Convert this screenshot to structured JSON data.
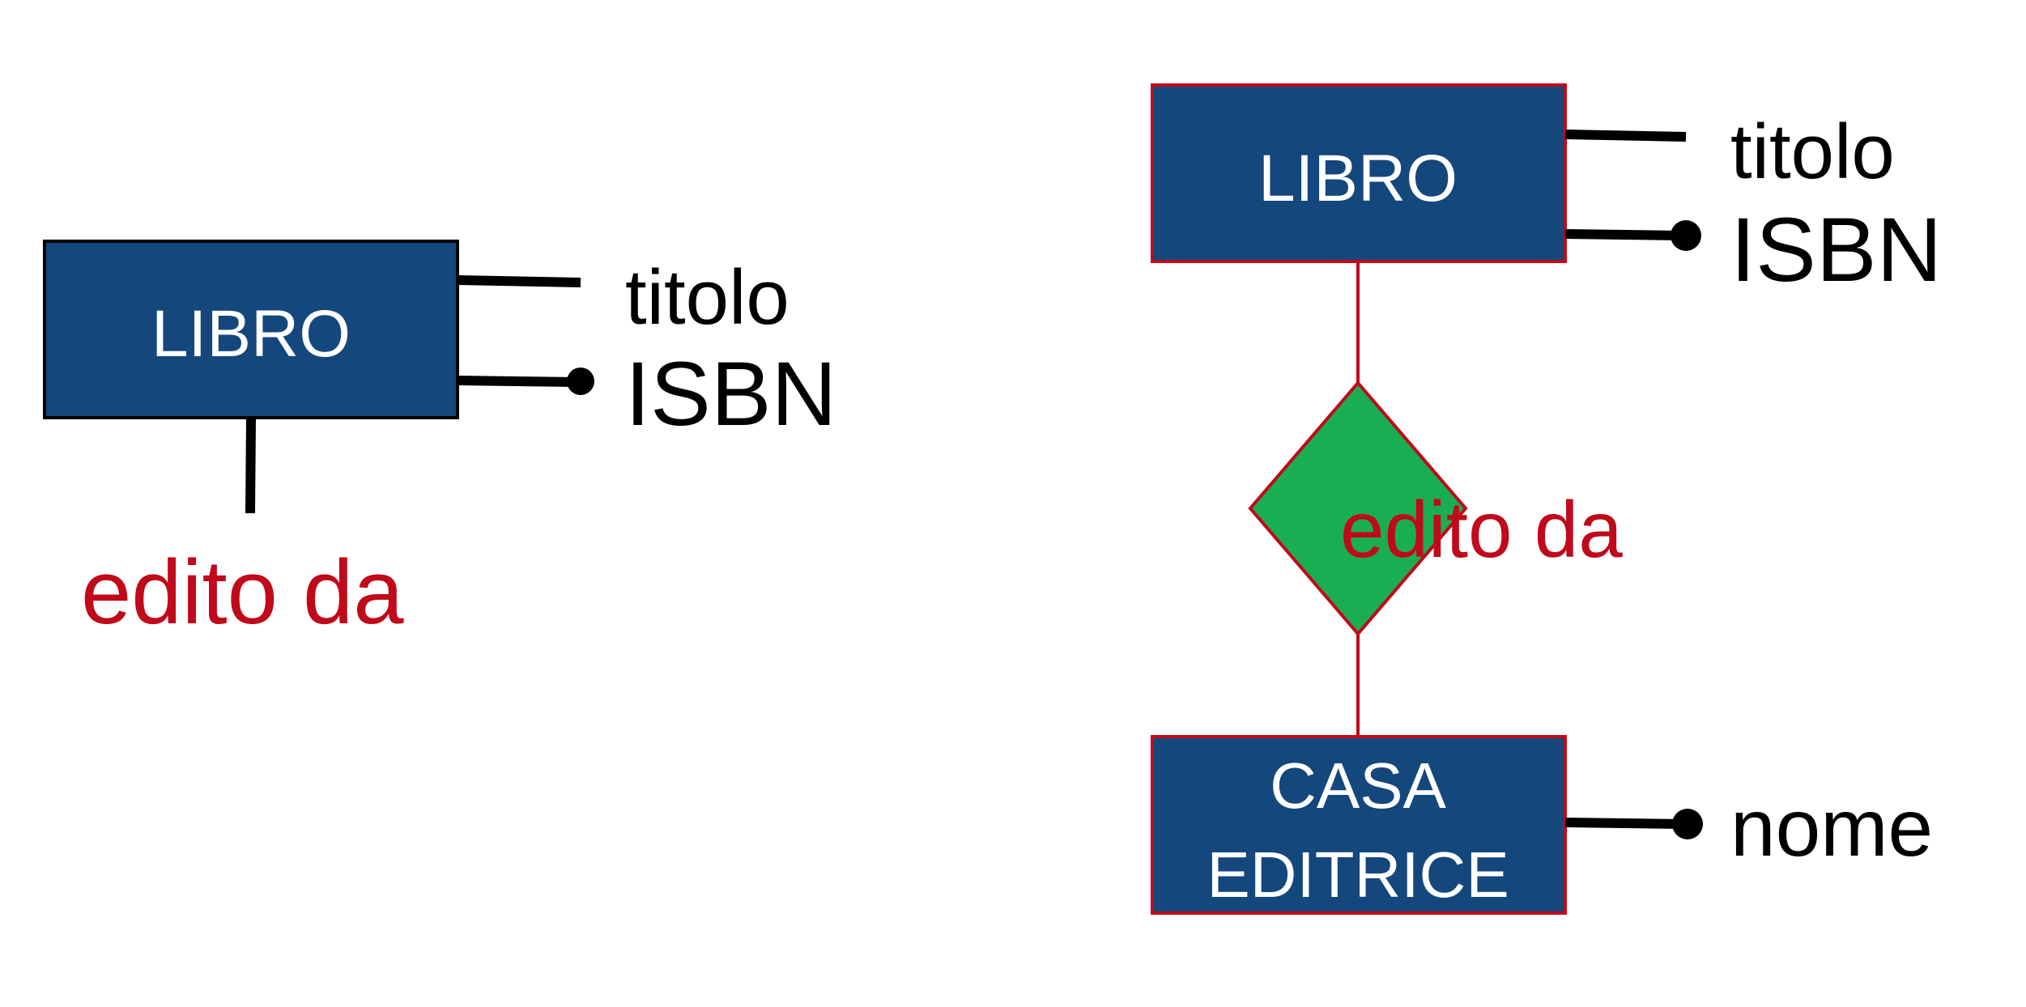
{
  "colors": {
    "entity_fill": "#14477c",
    "relationship_fill": "#1aae52",
    "accent_red": "#c0091a",
    "attribute_line": "#000000"
  },
  "left_diagram": {
    "entity": "LIBRO",
    "attributes": [
      {
        "name": "titolo",
        "identifier": false
      },
      {
        "name": "ISBN",
        "identifier": true
      }
    ],
    "relationship_label": "edito da"
  },
  "right_diagram": {
    "entity_top": {
      "name": "LIBRO",
      "attributes": [
        {
          "name": "titolo",
          "identifier": false
        },
        {
          "name": "ISBN",
          "identifier": true
        }
      ]
    },
    "relationship": "edito da",
    "entity_bottom": {
      "name_line1": "CASA",
      "name_line2": "EDITRICE",
      "attributes": [
        {
          "name": "nome",
          "identifier": true
        }
      ]
    }
  }
}
